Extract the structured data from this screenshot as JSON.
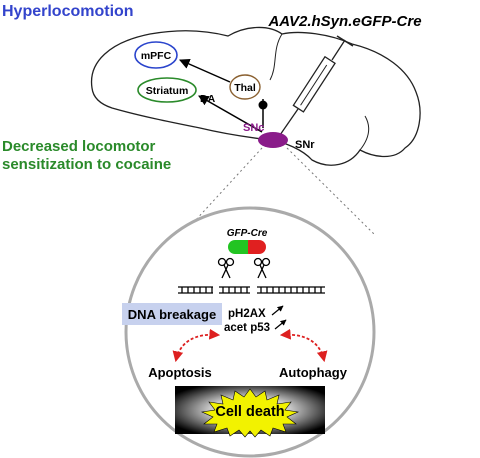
{
  "headline": "Hyperlocomotion",
  "virus_label": "AAV2.hSyn.eGFP-Cre",
  "brain_regions": {
    "mpfc": "mPFC",
    "striatum": "Striatum",
    "da": "DA",
    "thal": "Thal",
    "snc": "SNc",
    "snr": "SNr"
  },
  "sensitization": {
    "line1": "Decreased locomotor",
    "line2": "sensitization to cocaine"
  },
  "inset": {
    "gfp_cre": "GFP-Cre",
    "dna_breakage": "DNA breakage",
    "marker1": "pH2AX",
    "marker2": "acet p53",
    "apoptosis": "Apoptosis",
    "autophagy": "Autophagy",
    "cell_death": "Cell death"
  },
  "colors": {
    "headline": "#3344cc",
    "sensitization": "#2a8a2a",
    "mpfc_outline": "#2a44cc",
    "striatum_outline": "#2a8a2a",
    "thal_outline": "#8a6030",
    "substantia_nigra": "#8a1c8a",
    "snc_label": "#8a1c8a",
    "gfp_green": "#22c422",
    "cre_red": "#e02020",
    "dna_breakage_bg": "#c7d1ee",
    "dashed_arrows": "#dd2020",
    "starburst": "#f2f200"
  }
}
